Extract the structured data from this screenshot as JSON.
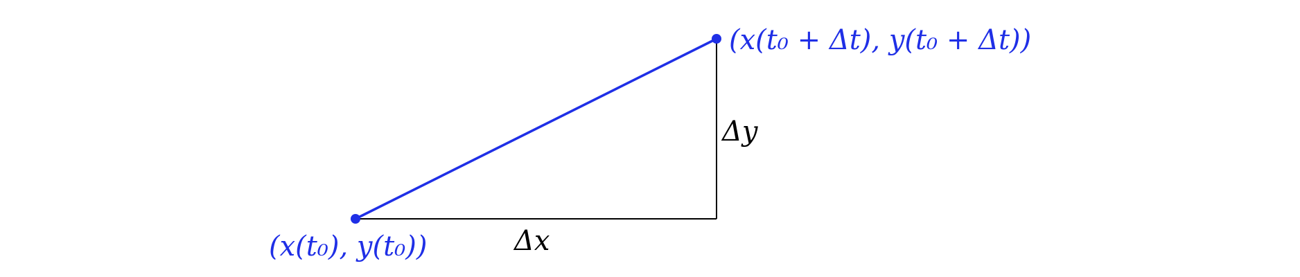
{
  "colors": {
    "curve": "#1f2fe6",
    "legs": "#000000",
    "background": "#ffffff"
  },
  "labels": {
    "start_point": "(x(t₀), y(t₀))",
    "end_point": "(x(t₀ + Δt), y(t₀ + Δt))",
    "delta_x": "Δx",
    "delta_y": "Δy"
  }
}
